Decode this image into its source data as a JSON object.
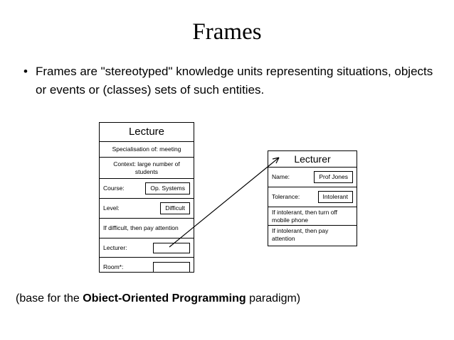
{
  "slide": {
    "title": "Frames",
    "bullet_marker": "•",
    "bullet_text": "Frames are \"stereotyped\" knowledge units representing situations, objects or events or (classes) sets of such entities.",
    "footer_prefix": "(base for the ",
    "footer_bold": "Obiect-Oriented Programming",
    "footer_suffix": " paradigm)"
  },
  "diagram": {
    "lecture_frame": {
      "title": "Lecture",
      "slots": [
        {
          "label": "Specialisation of: meeting",
          "value": ""
        },
        {
          "label": "Context: large number of students",
          "value": ""
        },
        {
          "label": "Course:",
          "value": "Op. Systems"
        },
        {
          "label": "Level:",
          "value": "Difficult"
        },
        {
          "label": "If difficult, then pay attention",
          "value": ""
        },
        {
          "label": "Lecturer:",
          "value": ""
        },
        {
          "label": "Room*:",
          "value": ""
        }
      ]
    },
    "lecturer_frame": {
      "title": "Lecturer",
      "slots": [
        {
          "label": "Name:",
          "value": "Prof Jones"
        },
        {
          "label": "Tolerance:",
          "value": "Intolerant"
        },
        {
          "label": "If intolerant, then turn off mobile phone",
          "value": ""
        },
        {
          "label": "If intolerant, then pay attention",
          "value": ""
        }
      ]
    },
    "connector": "arrow from Lecturer slot to Lecturer frame"
  }
}
